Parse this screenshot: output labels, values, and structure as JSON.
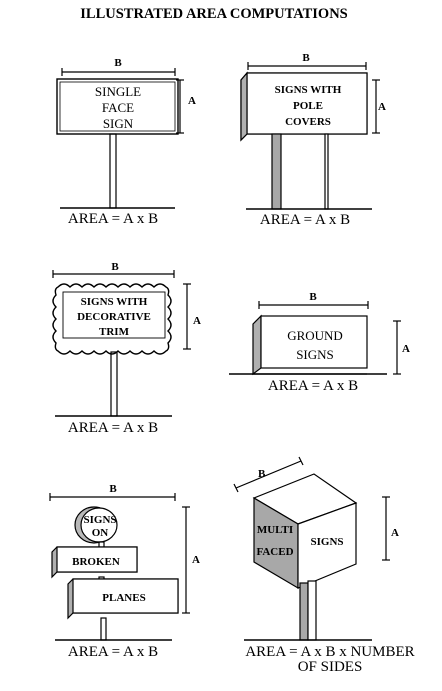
{
  "title": "ILLUSTRATED AREA COMPUTATIONS",
  "dimensions": {
    "b": "B",
    "a": "A"
  },
  "signs": {
    "single_face": {
      "line1": "SINGLE",
      "line2": "FACE",
      "line3": "SIGN",
      "area": "AREA = A x B"
    },
    "pole_covers": {
      "line1": "SIGNS WITH",
      "line2": "POLE",
      "line3": "COVERS",
      "area": "AREA = A x B"
    },
    "decorative_trim": {
      "line1": "SIGNS WITH",
      "line2": "DECORATIVE",
      "line3": "TRIM",
      "area": "AREA = A x B"
    },
    "ground": {
      "line1": "GROUND",
      "line2": "SIGNS",
      "area": "AREA = A x B"
    },
    "broken_planes": {
      "circle1": "SIGNS",
      "circle2": "ON",
      "broken": "BROKEN",
      "planes": "PLANES",
      "area": "AREA = A x B"
    },
    "multi_faced": {
      "face1": "MULTI",
      "face2": "FACED",
      "face3": "SIGNS",
      "area_line1": "AREA = A x B x NUMBER",
      "area_line2": "OF SIDES"
    }
  }
}
